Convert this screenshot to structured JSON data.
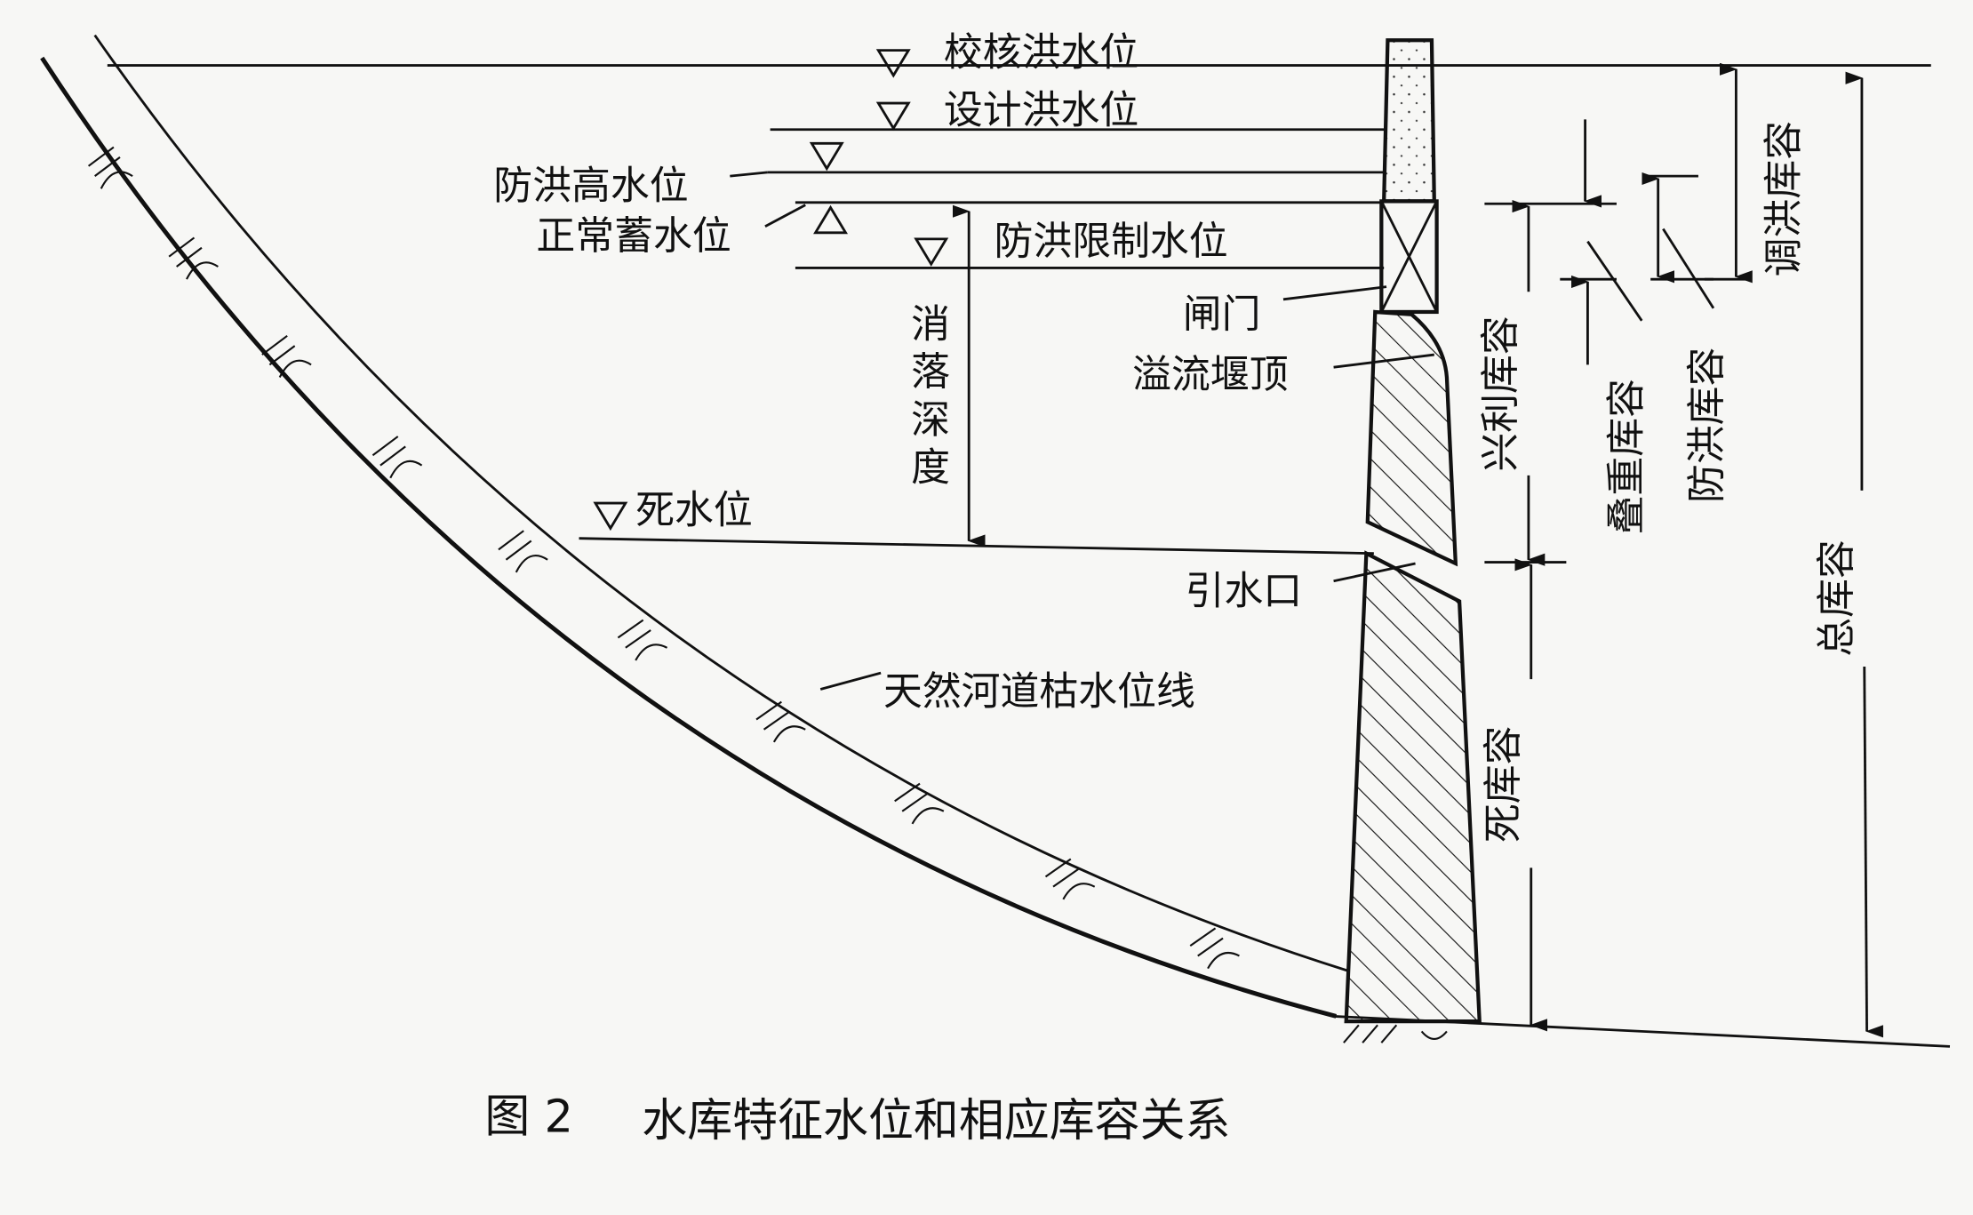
{
  "title": "水库特征水位和相应库容关系",
  "caption": {
    "figure": "图 2",
    "text": "水库特征水位和相应库容关系"
  },
  "water_levels": {
    "check_flood": "校核洪水位",
    "design_flood": "设计洪水位",
    "flood_control_high": "防洪高水位",
    "normal_storage": "正常蓄水位",
    "flood_limit": "防洪限制水位",
    "dead": "死水位"
  },
  "structures": {
    "gate": "闸门",
    "spillway_crest": "溢流堰顶",
    "intake": "引水口",
    "riverbed": "天然河道枯水位线"
  },
  "drawdown_depth": [
    "消",
    "落",
    "深",
    "度"
  ],
  "capacities": {
    "beneficial": "兴利库容",
    "dead": "死库容",
    "overlap": "叠重库容",
    "flood_control": "防洪库容",
    "flood_regulation": "调洪库容",
    "total": "总库容"
  }
}
